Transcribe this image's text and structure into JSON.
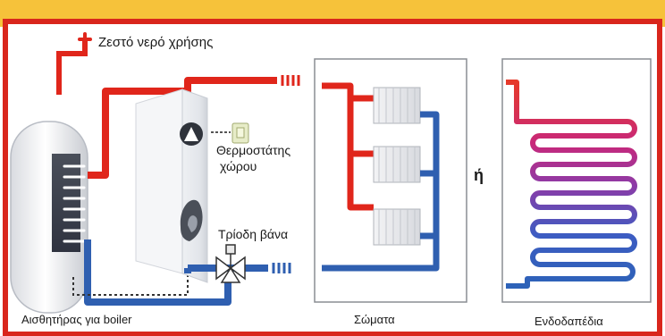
{
  "labels": {
    "hot_water": "Ζεστό νερό χρήσης",
    "thermostat_line1": "Θερμοστάτης",
    "thermostat_line2": "χώρου",
    "three_way_valve": "Τρίοδη βάνα",
    "boiler_sensor": "Αισθητήρας για boiler",
    "radiators": "Σώματα",
    "or": "ή",
    "underfloor": "Ενδοδαπέδια"
  },
  "colors": {
    "frame_top": "#f6c23a",
    "frame_red": "#d9261c",
    "pipe_hot": "#e0261b",
    "pipe_cold": "#2f5fb0",
    "floor_gradient": [
      "#e63a2a",
      "#c8287a",
      "#8e3aa6",
      "#3d5cc2",
      "#2d62b8"
    ]
  }
}
